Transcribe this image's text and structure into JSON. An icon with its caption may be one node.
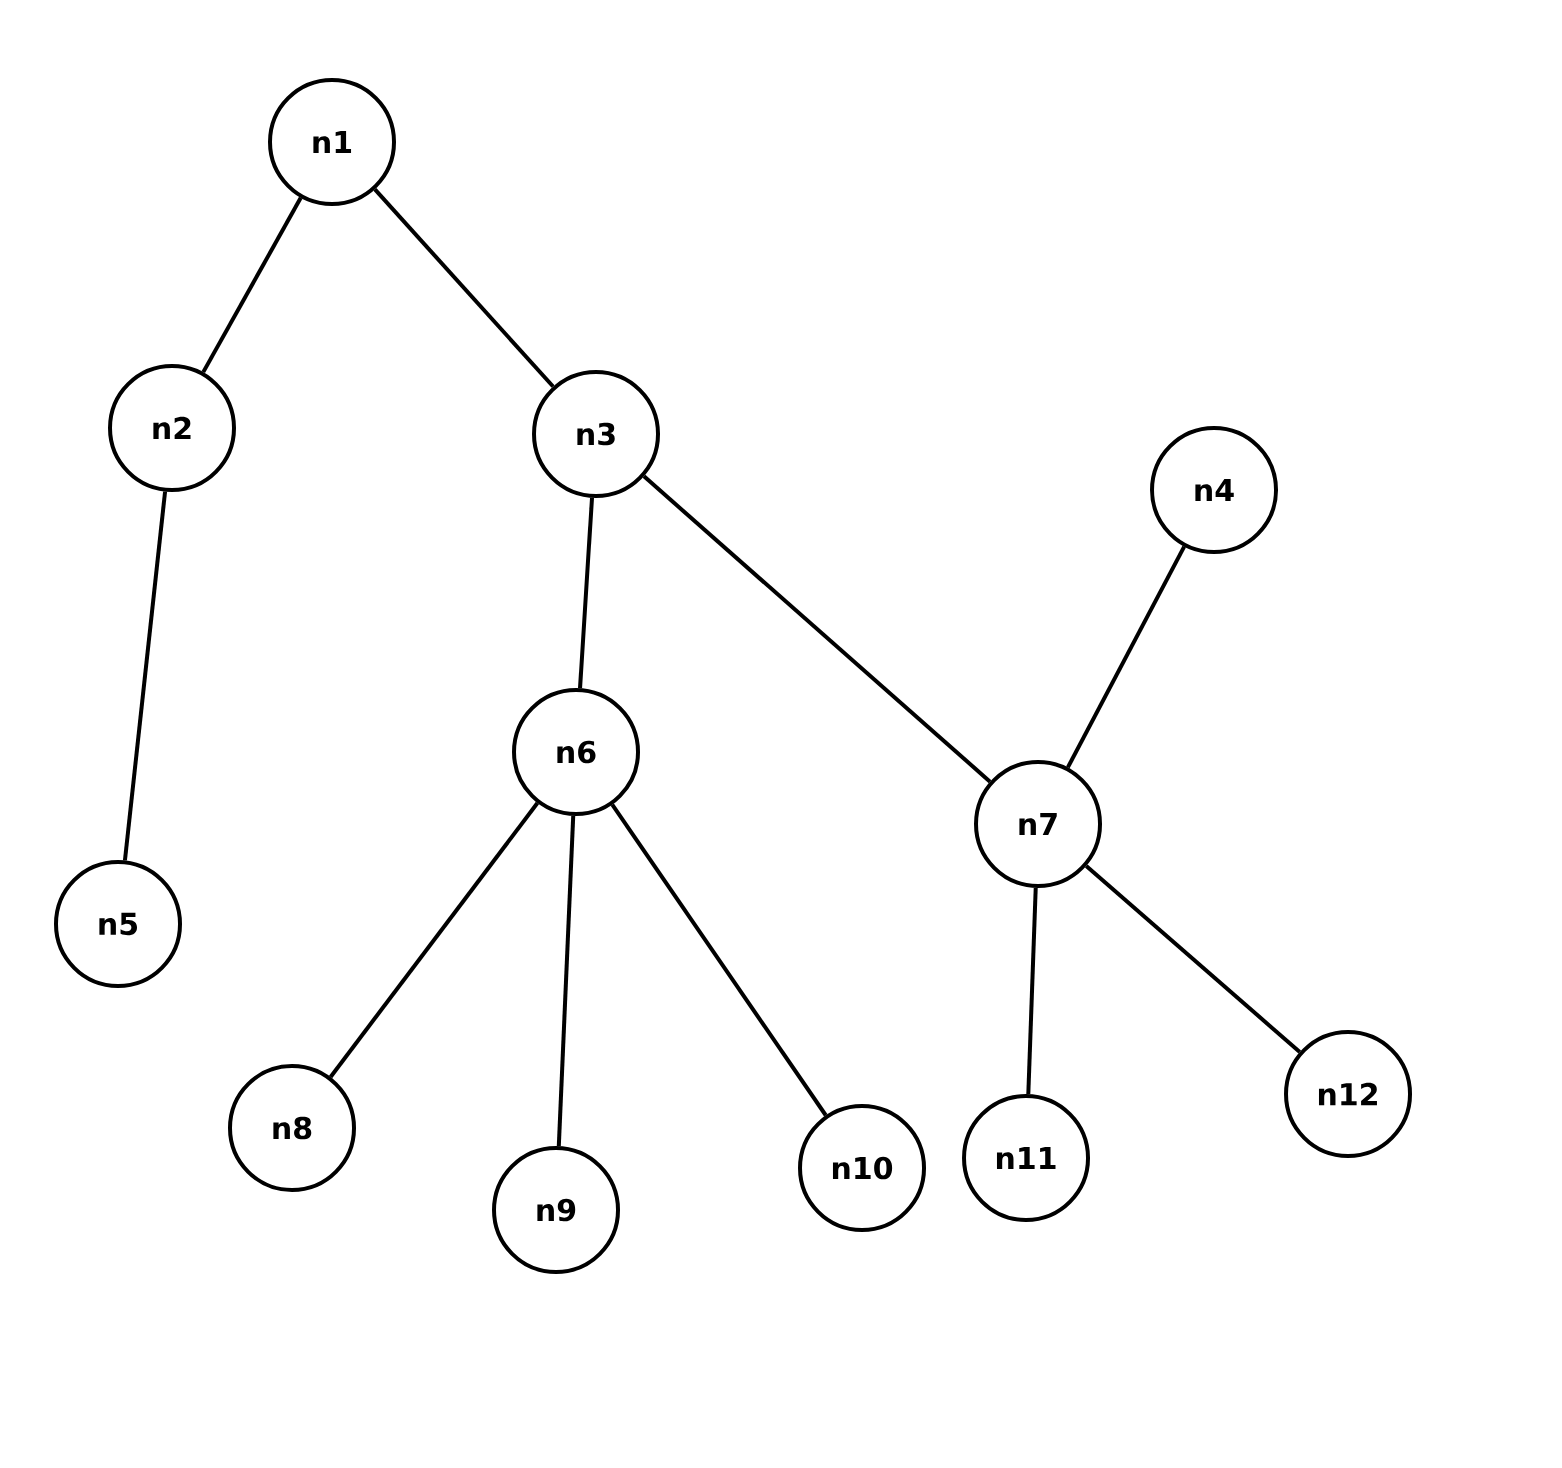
{
  "diagram": {
    "nodes": [
      {
        "text": [
          "n1"
        ]
      },
      {
        "text": [
          "n2"
        ]
      },
      {
        "text": [
          "n3"
        ]
      },
      {
        "text": [
          "n4"
        ]
      },
      {
        "text": [
          "n5"
        ]
      },
      {
        "text": [
          "n6"
        ]
      },
      {
        "text": [
          "n7"
        ]
      },
      {
        "text": [
          "n8"
        ]
      },
      {
        "text": [
          "n9"
        ]
      },
      {
        "text": [
          "n10"
        ]
      },
      {
        "text": [
          "n11"
        ]
      },
      {
        "text": [
          "n12"
        ]
      }
    ],
    "edges": [
      {
        "from": 0,
        "to": 1,
        "arrow": "none"
      },
      {
        "from": 0,
        "to": 2,
        "arrow": "none"
      },
      {
        "from": 1,
        "to": 4,
        "arrow": "none"
      },
      {
        "from": 2,
        "to": 5,
        "arrow": "none"
      },
      {
        "from": 2,
        "to": 6,
        "arrow": "none"
      },
      {
        "from": 3,
        "to": 6,
        "arrow": "none"
      },
      {
        "from": 5,
        "to": 7,
        "arrow": "none"
      },
      {
        "from": 5,
        "to": 8,
        "arrow": "none"
      },
      {
        "from": 5,
        "to": 9,
        "arrow": "none"
      },
      {
        "from": 6,
        "to": 10,
        "arrow": "none"
      },
      {
        "from": 6,
        "to": 11,
        "arrow": "none"
      }
    ]
  }
}
